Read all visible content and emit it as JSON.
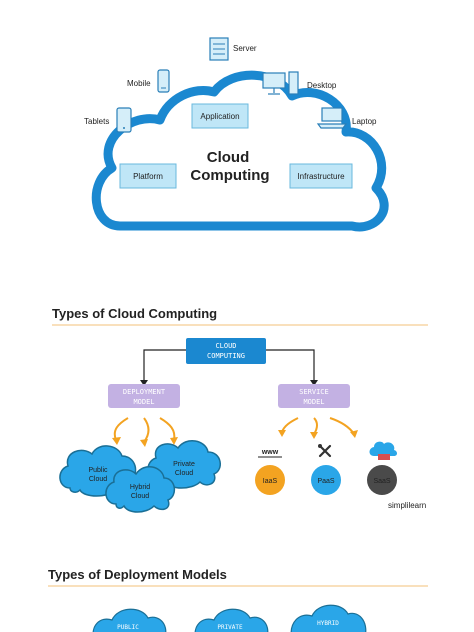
{
  "top_diagram": {
    "title_line1": "Cloud",
    "title_line2": "Computing",
    "boxes": {
      "application": "Application",
      "platform": "Platform",
      "infrastructure": "Infrastructure"
    },
    "devices": {
      "server": "Server",
      "mobile": "Mobile",
      "desktop": "Desktop",
      "tablets": "Tablets",
      "laptop": "Laptop"
    }
  },
  "section1": {
    "heading": "Types of Cloud Computing",
    "root_line1": "CLOUD",
    "root_line2": "COMPUTING",
    "deployment_line1": "DEPLOYMENT",
    "deployment_line2": "MODEL",
    "service_line1": "SERVICE",
    "service_line2": "MODEL",
    "clouds": {
      "public_1": "Public",
      "public_2": "Cloud",
      "private_1": "Private",
      "private_2": "Cloud",
      "hybrid_1": "Hybrid",
      "hybrid_2": "Cloud"
    },
    "www": "www",
    "services": [
      "IaaS",
      "PaaS",
      "SaaS"
    ],
    "brand": "simplilearn"
  },
  "section2": {
    "heading": "Types of Deployment Models",
    "clouds": [
      "PUBLIC",
      "PRIVATE",
      "HYBRID"
    ]
  },
  "colors": {
    "blue": "#1b88d0",
    "light_blue": "#bfe6f7",
    "dark_teal": "#1a6f96",
    "purple": "#c3b1e3",
    "orange": "#f3a321",
    "heading_orange": "#e8871e",
    "sky": "#2aa6e8",
    "dark_gray": "#4a4a4a"
  }
}
